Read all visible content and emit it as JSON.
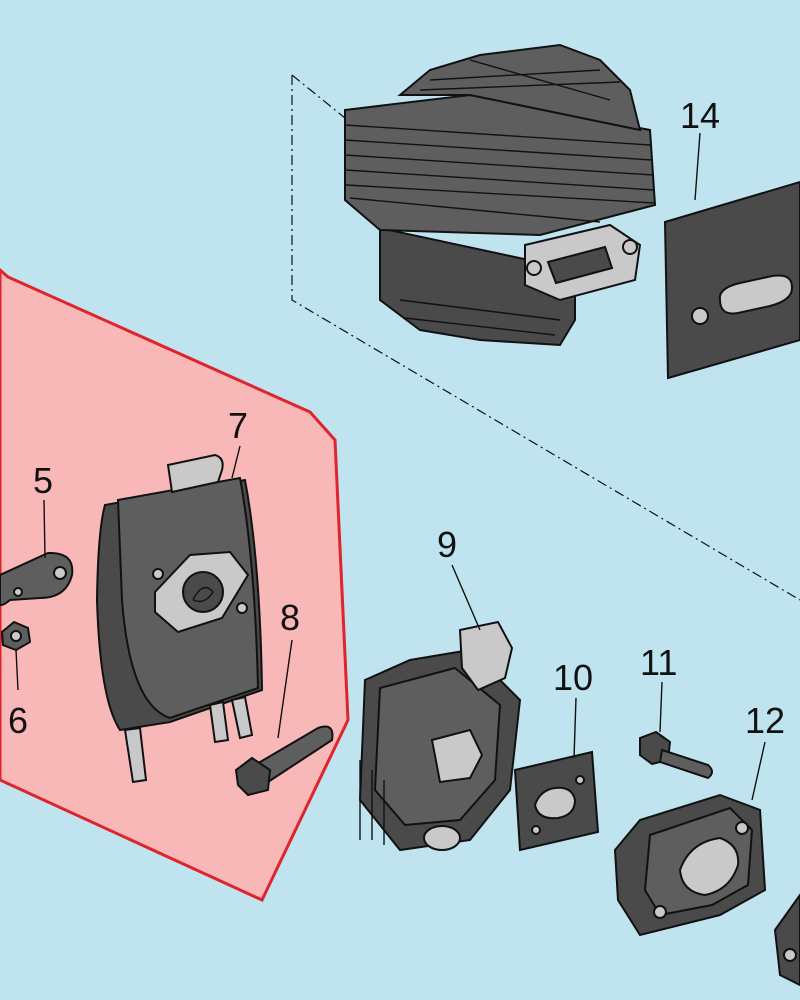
{
  "diagram": {
    "background_color": "#bfe4ef",
    "highlight_color": "#f8b8b8",
    "highlight_border_color": "#e0242c",
    "part_labels": [
      "5",
      "6",
      "7",
      "8",
      "9",
      "10",
      "11",
      "12",
      "14"
    ],
    "parts": [
      {
        "label": "5",
        "icon": "lever-arm-icon"
      },
      {
        "label": "6",
        "icon": "nut-icon"
      },
      {
        "label": "7",
        "icon": "air-filter-housing-icon"
      },
      {
        "label": "8",
        "icon": "bolt-icon"
      },
      {
        "label": "9",
        "icon": "carburetor-icon"
      },
      {
        "label": "10",
        "icon": "carburetor-gasket-icon"
      },
      {
        "label": "11",
        "icon": "bolt-icon"
      },
      {
        "label": "12",
        "icon": "intake-manifold-icon"
      },
      {
        "label": "14",
        "icon": "cylinder-gasket-icon"
      }
    ],
    "other_icons": [
      "engine-cylinder-icon",
      "bracket-partial-icon"
    ]
  }
}
